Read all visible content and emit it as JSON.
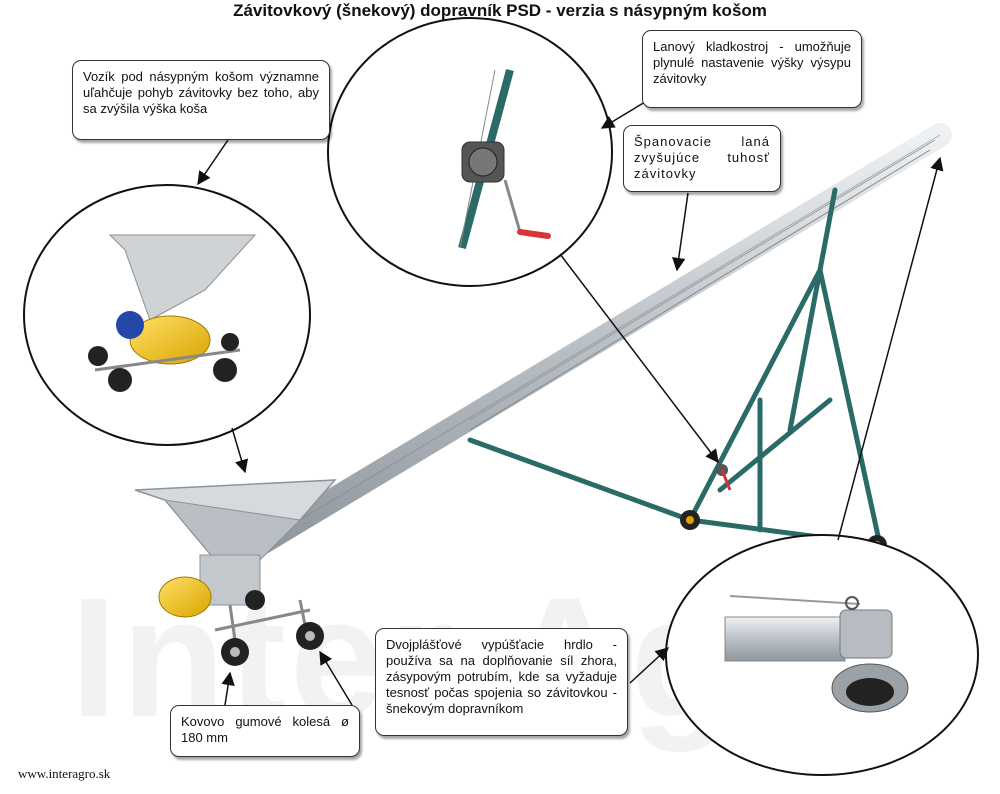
{
  "title": "Závitovkový (šnekový) dopravník PSD  - verzia s násypným košom",
  "watermark": "Inter Agro",
  "callouts": {
    "cart": "Vozík pod násypným košom významne uľahčuje pohyb závitovky bez toho, aby sa zvýšila výška koša",
    "winch": "Lanový kladkostroj - umožňuje plynulé nastavenie výšky výsypu závitovky",
    "cables": "Španovacie laná zvyšujúce tuhosť závitovky",
    "outlet": "Dvojplášťové vypúšťacie hrdlo - používa sa na doplňovanie síl zhora, zásypovým potrubím, kde sa vyžaduje tesnosť počas spojenia so závitovkou - šnekovým dopravníkom",
    "wheels": "Kovovo gumové kolesá ø 180 mm"
  },
  "footer": "www.interagro.sk",
  "colors": {
    "frame": "#2a6b68",
    "steel": "#c7ccd1",
    "motor": "#f1c232",
    "handle": "#d9343a"
  }
}
